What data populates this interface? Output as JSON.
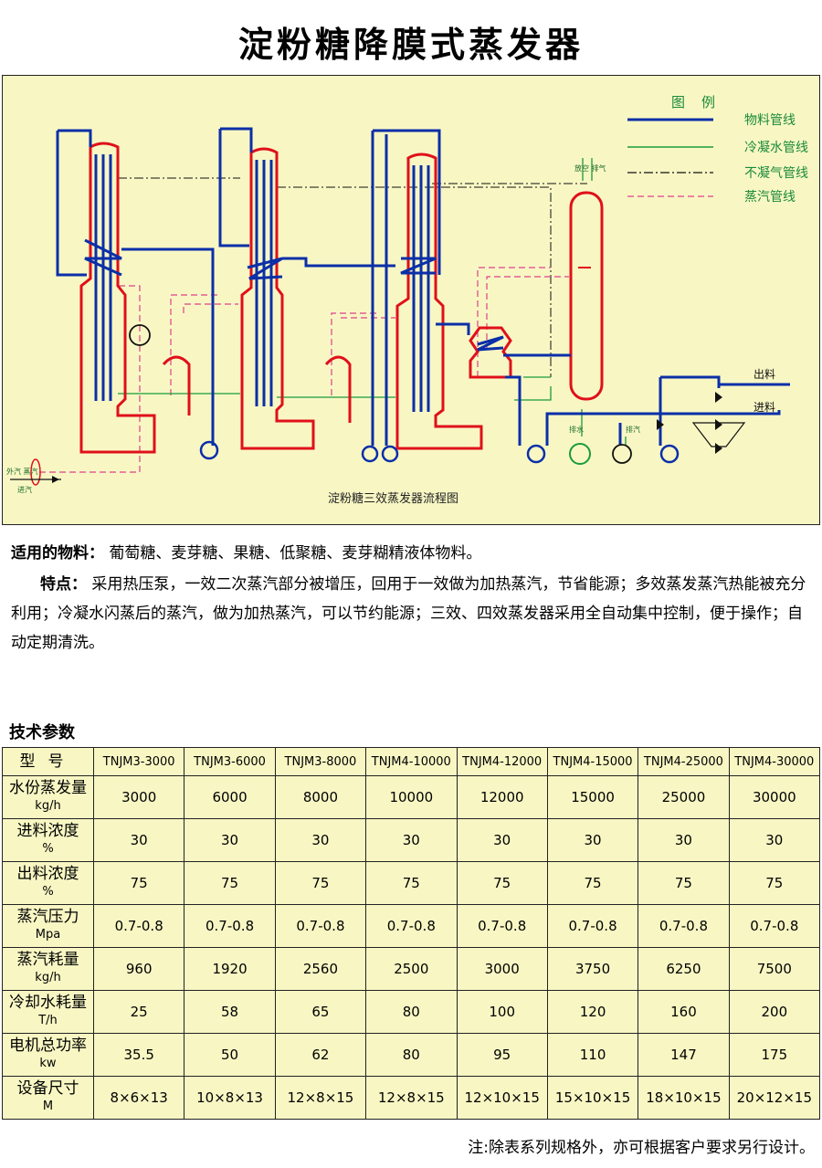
{
  "title": "淀粉糖降膜式蒸发器",
  "diagram": {
    "legend_title": "图例",
    "legend": [
      {
        "label": "物料管线",
        "color": "#0b2fa8"
      },
      {
        "label": "冷凝水管线",
        "color": "#1a9a3a"
      },
      {
        "label": "不凝气管线",
        "color": "#111111"
      },
      {
        "label": "蒸汽管线",
        "color": "#e0408a"
      }
    ],
    "caption": "淀粉糖三效蒸发器流程图",
    "labels": {
      "out": "出料",
      "in": "进料",
      "drain1": "排水",
      "drain2": "排汽",
      "steam_in": "进汽",
      "steam_src": "外汽 蒸汽",
      "top_vent": "放空 排气"
    }
  },
  "materials": {
    "label": "适用的物料：",
    "text": "葡萄糖、麦芽糖、果糖、低聚糖、麦芽糊精液体物料。"
  },
  "features": {
    "label": "特点：",
    "text": "采用热压泵，一效二次蒸汽部分被增压，回用于一效做为加热蒸汽，节省能源；多效蒸发蒸汽热能被充分利用；冷凝水闪蒸后的蒸汽，做为加热蒸汽，可以节约能源；三效、四效蒸发器采用全自动集中控制，便于操作；自动定期清洗。"
  },
  "spec_title": "技术参数",
  "spec_table": {
    "model_label": "型号",
    "models": [
      "TNJM3-3000",
      "TNJM3-6000",
      "TNJM3-8000",
      "TNJM4-10000",
      "TNJM4-12000",
      "TNJM4-15000",
      "TNJM4-25000",
      "TNJM4-30000"
    ],
    "rows": [
      {
        "label": "水份蒸发量",
        "unit": "kg/h",
        "values": [
          "3000",
          "6000",
          "8000",
          "10000",
          "12000",
          "15000",
          "25000",
          "30000"
        ]
      },
      {
        "label": "进料浓度",
        "unit": "%",
        "values": [
          "30",
          "30",
          "30",
          "30",
          "30",
          "30",
          "30",
          "30"
        ]
      },
      {
        "label": "出料浓度",
        "unit": "%",
        "values": [
          "75",
          "75",
          "75",
          "75",
          "75",
          "75",
          "75",
          "75"
        ]
      },
      {
        "label": "蒸汽压力",
        "unit": "Mpa",
        "values": [
          "0.7-0.8",
          "0.7-0.8",
          "0.7-0.8",
          "0.7-0.8",
          "0.7-0.8",
          "0.7-0.8",
          "0.7-0.8",
          "0.7-0.8"
        ]
      },
      {
        "label": "蒸汽耗量",
        "unit": "kg/h",
        "values": [
          "960",
          "1920",
          "2560",
          "2500",
          "3000",
          "3750",
          "6250",
          "7500"
        ]
      },
      {
        "label": "冷却水耗量",
        "unit": "T/h",
        "values": [
          "25",
          "58",
          "65",
          "80",
          "100",
          "120",
          "160",
          "200"
        ]
      },
      {
        "label": "电机总功率",
        "unit": "kw",
        "values": [
          "35.5",
          "50",
          "62",
          "80",
          "95",
          "110",
          "147",
          "175"
        ]
      },
      {
        "label": "设备尺寸",
        "unit": "M",
        "values": [
          "8×6×13",
          "10×8×13",
          "12×8×15",
          "12×8×15",
          "12×10×15",
          "15×10×15",
          "18×10×15",
          "20×12×15"
        ]
      }
    ]
  },
  "note": "注:除表系列规格外，亦可根据客户要求另行设计。"
}
